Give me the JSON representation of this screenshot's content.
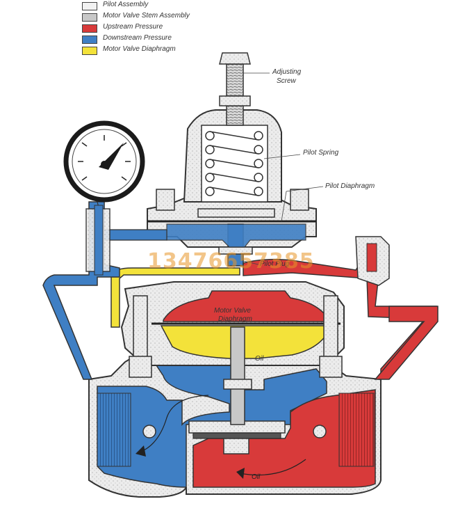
{
  "legend": [
    {
      "label": "Pilot Assembly",
      "color": "#f2f2f2"
    },
    {
      "label": "Motor Valve Stem Assembly",
      "color": "#c8c8c8"
    },
    {
      "label": "Upstream Pressure",
      "color": "#d83a3a"
    },
    {
      "label": "Downstream Pressure",
      "color": "#3f7fc4"
    },
    {
      "label": "Motor Valve Diaphragm",
      "color": "#f3e23a"
    }
  ],
  "callouts": {
    "adjusting_screw_line1": "Adjusting",
    "adjusting_screw_line2": "Screw",
    "pilot_spring": "Pilot Spring",
    "pilot_diaphragm": "Pilot Diaphragm",
    "pilot_plug": "Pilot Plug",
    "motor_valve_diaphragm_line1": "Motor Valve",
    "motor_valve_diaphragm_line2": "Diaphragm",
    "oil_1": "Oil",
    "oil_2": "Oil"
  },
  "watermark": "13476657385",
  "colors": {
    "upstream": "#d83a3a",
    "downstream": "#3f7fc4",
    "diaphragm": "#f3e23a",
    "body": "#e9e9e9",
    "stem": "#c8c8c8",
    "outline": "#333333"
  }
}
